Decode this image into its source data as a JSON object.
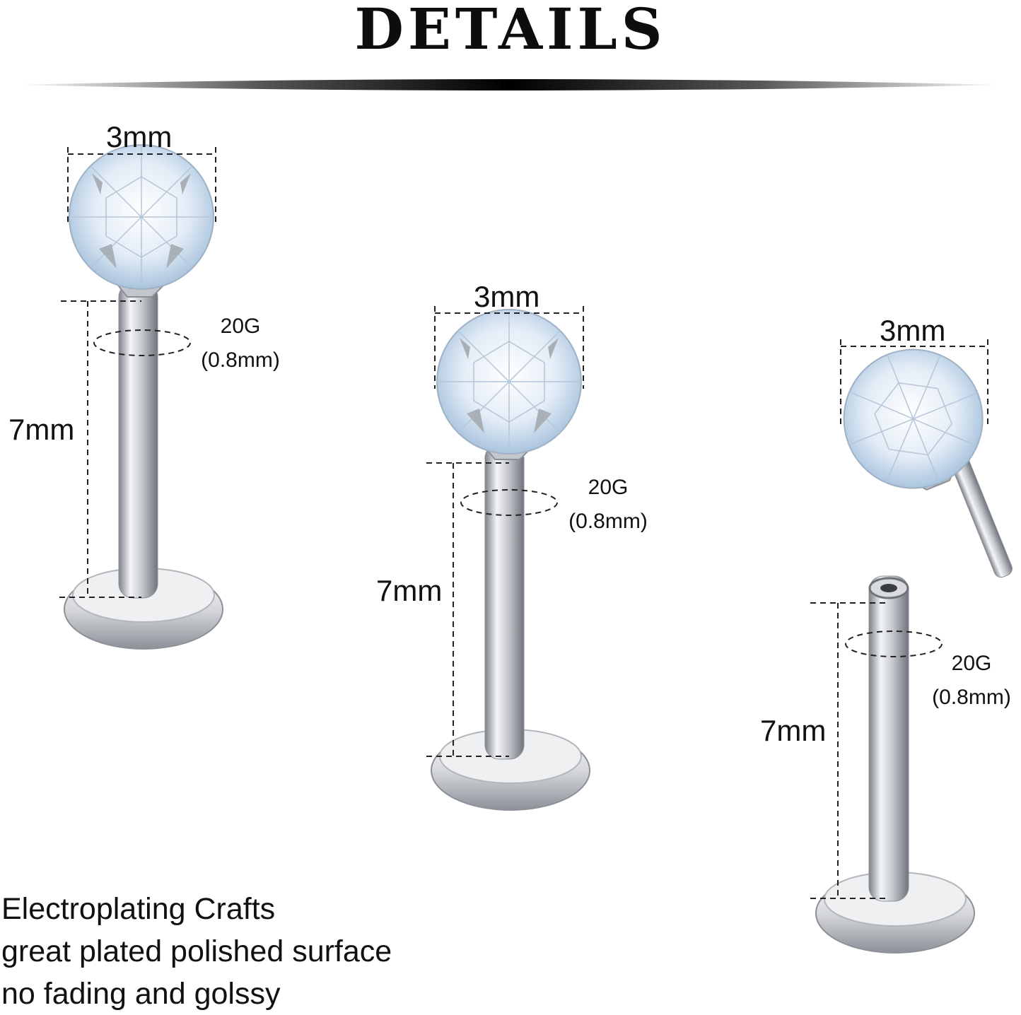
{
  "header": {
    "title": "DETAILS"
  },
  "items": [
    {
      "width_label": "3mm",
      "length_label": "7mm",
      "gauge": "20G",
      "gauge_mm": "(0.8mm)"
    },
    {
      "width_label": "3mm",
      "length_label": "7mm",
      "gauge": "20G",
      "gauge_mm": "(0.8mm)"
    },
    {
      "width_label": "3mm",
      "length_label": "7mm",
      "gauge": "20G",
      "gauge_mm": "(0.8mm)"
    }
  ],
  "notes": [
    "Electroplating Crafts",
    "great plated polished surface",
    "no fading and golssy"
  ],
  "colors": {
    "metal": "#c9ccd1",
    "crystal": "#e8f1fb",
    "dash": "#222222"
  }
}
